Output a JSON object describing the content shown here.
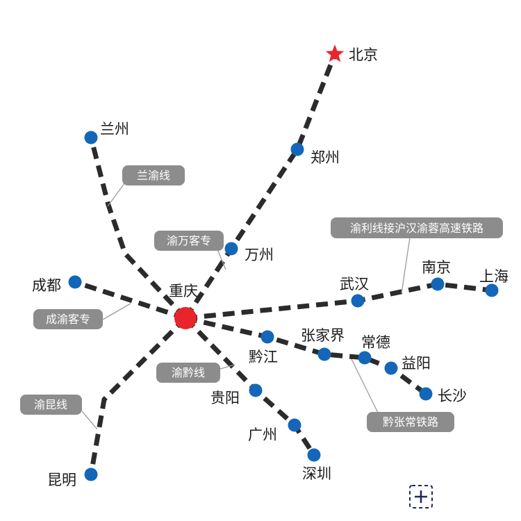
{
  "cities": {
    "beijing": "北京",
    "lanzhou": "兰州",
    "zhengzhou": "郑州",
    "wanzhou": "万州",
    "chongqing": "重庆",
    "chengdu": "成都",
    "wuhan": "武汉",
    "nanjing": "南京",
    "shanghai": "上海",
    "qianjiang": "黔江",
    "zhangjiajie": "张家界",
    "changde": "常德",
    "yiyang": "益阳",
    "changsha": "长沙",
    "guiyang": "贵阳",
    "guangzhou": "广州",
    "shenzhen": "深圳",
    "kunming": "昆明"
  },
  "lines": {
    "lanyu": "兰渝线",
    "yuwan": "渝万客专",
    "yuli": "渝利线接沪汉渝蓉高速铁路",
    "chengyu": "成渝客专",
    "yuqian": "渝黔线",
    "yukun": "渝昆线",
    "qianzhangchang": "黔张常铁路"
  },
  "colors": {
    "rail": "#2b2b2b",
    "station": "#1467b8",
    "hub": "#e8252b",
    "capital_star": "#e8252b",
    "label_box": "#8c8c8c"
  },
  "icons": {
    "capital": "red-star-icon",
    "zoom": "zoom-in-icon"
  }
}
